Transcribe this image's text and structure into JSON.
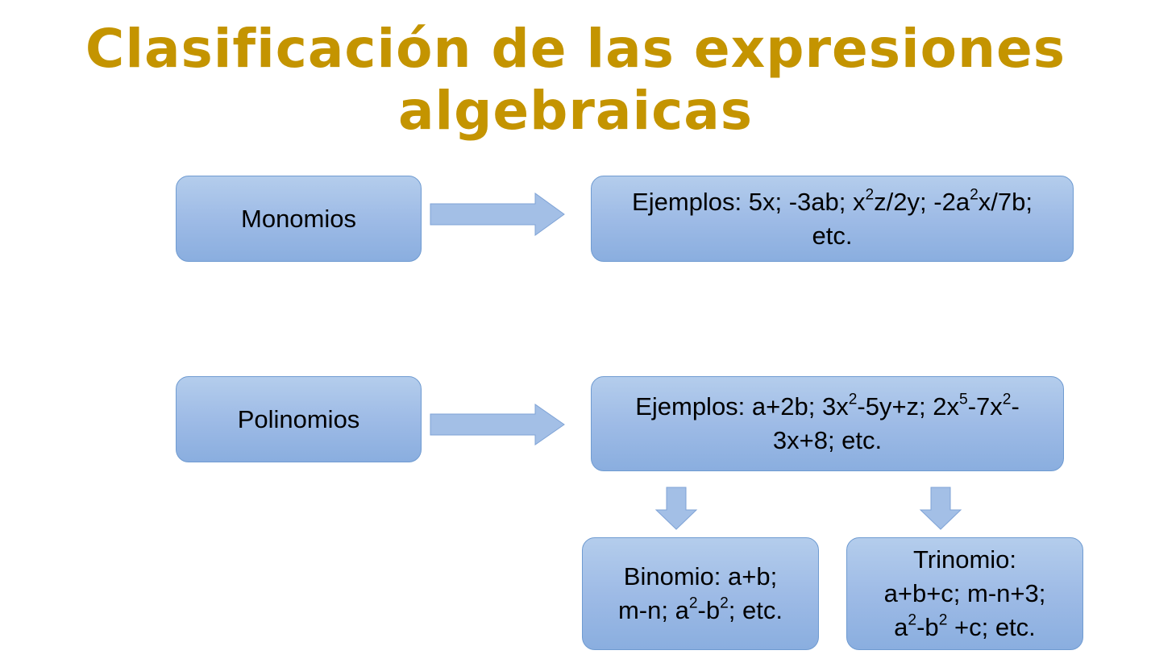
{
  "title": "Clasificación de las expresiones algebraicas",
  "nodes": {
    "monomios": {
      "label": "Monomios"
    },
    "monomios_ejemplos": {
      "line1": [
        "Ejemplos: 5x; -3ab; x",
        "2",
        "z/2y; -2a",
        "2",
        "x/7b;"
      ],
      "line2": "etc."
    },
    "polinomios": {
      "label": "Polinomios"
    },
    "polinomios_ejemplos": {
      "line1": [
        "Ejemplos: a+2b;  3x",
        "2",
        "-5y+z; 2x",
        "5",
        "-7x",
        "2",
        "-"
      ],
      "line2": "3x+8; etc."
    },
    "binomio": {
      "line1": "Binomio: a+b;",
      "line2": [
        "m-n; a",
        "2",
        "-b",
        "2",
        "; etc."
      ]
    },
    "trinomio": {
      "line1": "Trinomio:",
      "line2": "a+b+c; m-n+3;",
      "line3": [
        "a",
        "2",
        "-b",
        "2",
        " +c; etc."
      ]
    }
  },
  "colors": {
    "title": "#c49400",
    "box_fill_top": "#b4cdec",
    "box_fill_bottom": "#8aaedf",
    "box_border": "#6f9bd1",
    "arrow_fill": "#a3bfe6"
  }
}
